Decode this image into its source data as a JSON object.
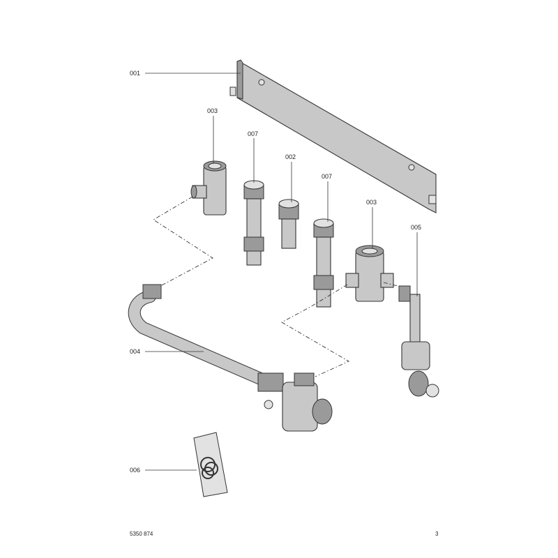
{
  "labels": {
    "p001": "001",
    "p003a": "003",
    "p007a": "007",
    "p002": "002",
    "p007b": "007",
    "p003b": "003",
    "p005": "005",
    "p004": "004",
    "p006": "006"
  },
  "footer": {
    "doc_number": "5350 874",
    "page_number": "3"
  }
}
